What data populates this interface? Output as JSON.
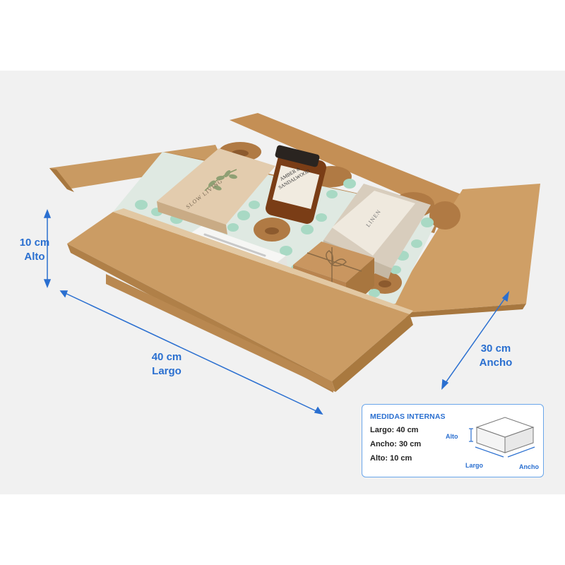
{
  "dimensions": {
    "alto": {
      "value": "10 cm",
      "label": "Alto"
    },
    "largo": {
      "value": "40 cm",
      "label": "Largo"
    },
    "ancho": {
      "value": "30 cm",
      "label": "Ancho"
    }
  },
  "info_card": {
    "title": "MEDIDAS INTERNAS",
    "rows": [
      "Largo: 40 cm",
      "Ancho: 30 cm",
      "Alto: 10 cm"
    ],
    "diagram_labels": {
      "alto": "Alto",
      "largo": "Largo",
      "ancho": "Ancho"
    }
  },
  "products": {
    "book_title": "SLOW LIVING",
    "candle_label_line1": "AMBER &",
    "candle_label_line2": "SANDALWOOD",
    "linen_label": "LINEN"
  },
  "colors": {
    "accent": "#2a6fd0",
    "cardboard": "#c99a62",
    "cardboard_dark": "#a7773f",
    "packing_peanut": "#a8d9c4"
  }
}
